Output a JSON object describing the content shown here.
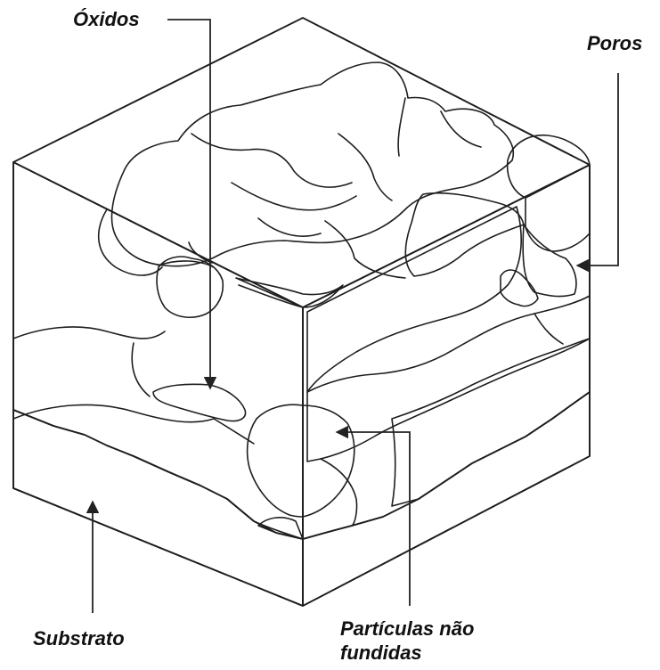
{
  "labels": {
    "oxidos": "Óxidos",
    "poros": "Poros",
    "substrato": "Substrato",
    "particulas_line1": "Partículas não",
    "particulas_line2": "fundidas"
  },
  "colors": {
    "top_face": "#ffffff",
    "splat_light": "#eaeaea",
    "splat_mid": "#d5d8d8",
    "splat_darker": "#c8cccc",
    "unmelted_particle": "#a9a9ab",
    "oxide": "#4a4a4a",
    "substrate_front": "#7e8181",
    "substrate_side": "#474748",
    "outline": "#1e1e1e"
  }
}
